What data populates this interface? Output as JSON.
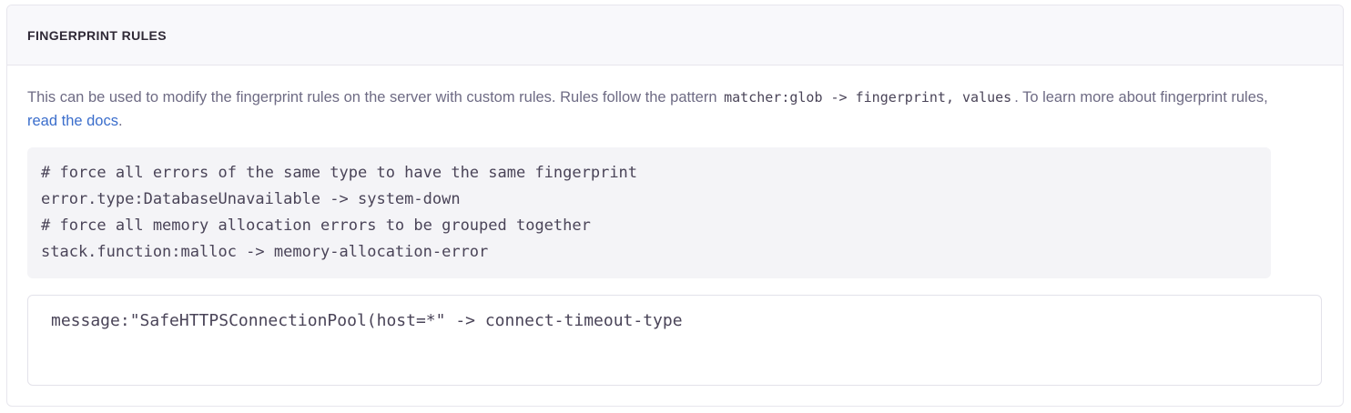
{
  "panel": {
    "header_title": "FINGERPRINT RULES",
    "description": {
      "before_code": "This can be used to modify the fingerprint rules on the server with custom rules. Rules follow the pattern ",
      "inline_code": "matcher:glob -> fingerprint, values",
      "after_code": ". To learn more about fingerprint rules, ",
      "link_text": "read the docs",
      "trailing": "."
    },
    "example_code": "# force all errors of the same type to have the same fingerprint\nerror.type:DatabaseUnavailable -> system-down\n# force all memory allocation errors to be grouped together\nstack.function:malloc -> memory-allocation-error",
    "rules_input": {
      "value": "message:\"SafeHTTPSConnectionPool(host=*\" -> connect-timeout-type",
      "placeholder": ""
    }
  },
  "colors": {
    "panel_border": "#e7e6ed",
    "header_bg": "#f8f8fb",
    "header_text": "#2f2936",
    "body_text": "#6e6b84",
    "code_text": "#4a4458",
    "code_bg": "#f4f4f7",
    "link": "#3b6ecc",
    "input_border": "#e3e2ea",
    "input_bg": "#ffffff"
  }
}
